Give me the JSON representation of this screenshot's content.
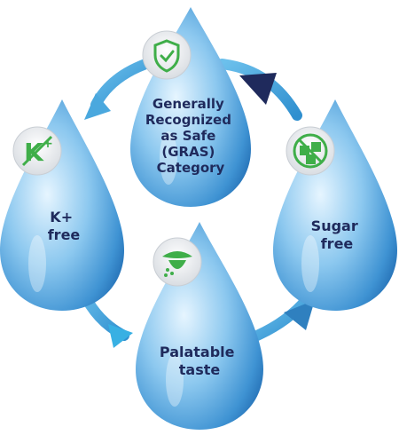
{
  "diagram": {
    "center": {
      "lines": [
        "Generally",
        "Recognized",
        "as Safe",
        "(GRAS)",
        "Category"
      ],
      "icon": "shield-check-icon"
    },
    "left": {
      "lines": [
        "K+",
        "free"
      ],
      "icon": "k-plus-icon",
      "icon_text": "K",
      "icon_sup": "+"
    },
    "right": {
      "lines": [
        "Sugar",
        "free"
      ],
      "icon": "no-sugar-cubes-icon"
    },
    "bottom": {
      "lines": [
        "Palatable",
        "taste"
      ],
      "icon": "tongue-icon"
    }
  },
  "colors": {
    "drop_dark": "#1f6fb4",
    "drop_mid": "#57a8df",
    "drop_light": "#cfe9fb",
    "ring": "#4aa8de",
    "arrow_navy": "#1f2a5c",
    "icon_green": "#3fae49",
    "text": "#1f2a5c"
  }
}
